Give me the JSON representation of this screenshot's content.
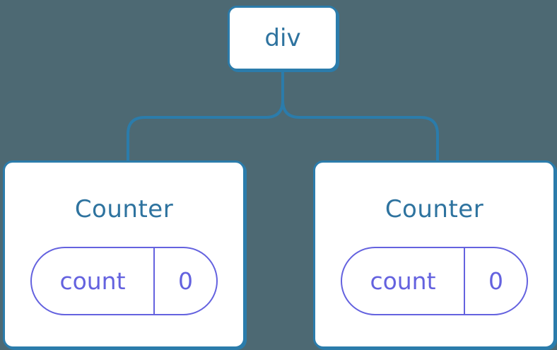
{
  "diagram": {
    "root": {
      "label": "div"
    },
    "children": [
      {
        "title": "Counter",
        "state": {
          "key": "count",
          "value": "0"
        }
      },
      {
        "title": "Counter",
        "state": {
          "key": "count",
          "value": "0"
        }
      }
    ]
  },
  "colors": {
    "background": "#4d6973",
    "node_bg": "#ffffff",
    "node_border": "#2b7cab",
    "connector": "#2b7cab",
    "title_text": "#2e739f",
    "state_accent": "#6462df"
  }
}
